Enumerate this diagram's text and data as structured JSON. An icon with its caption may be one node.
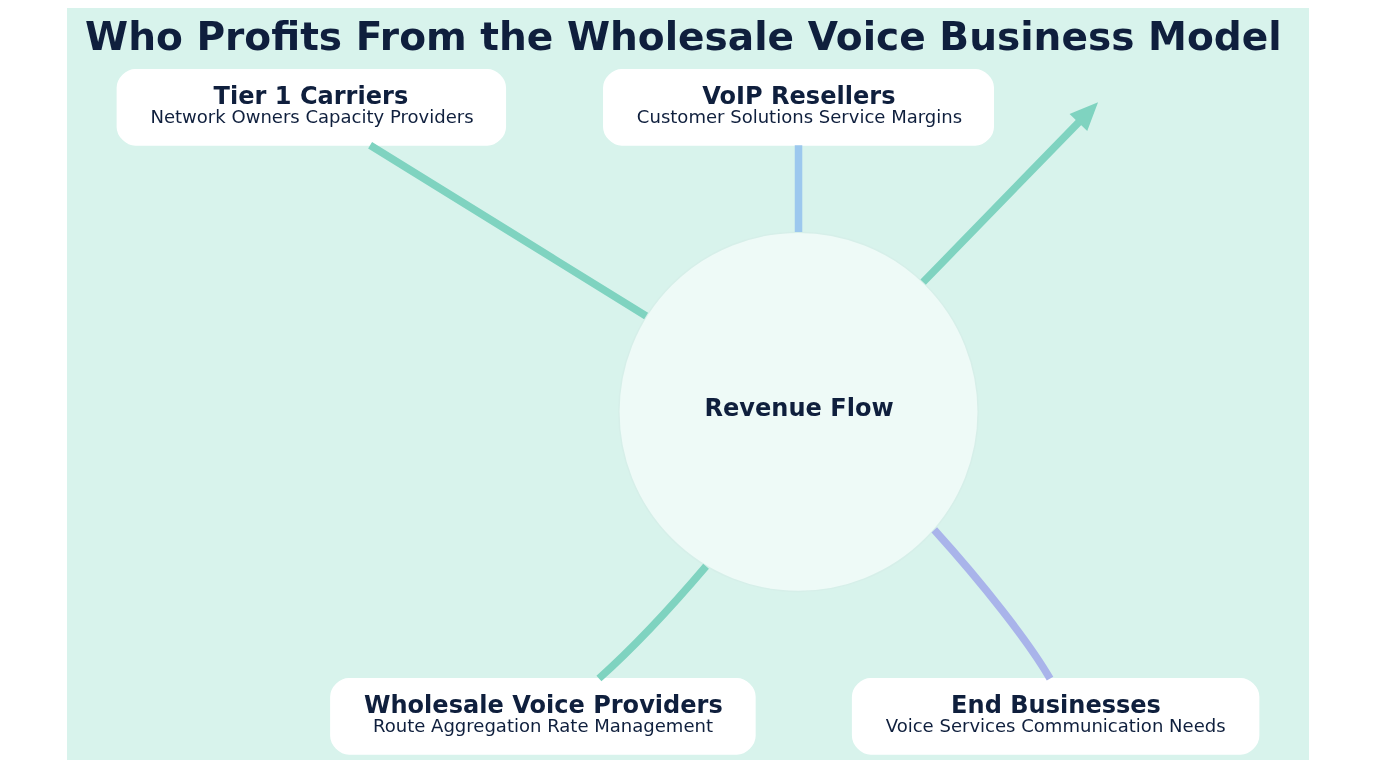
{
  "diagram": {
    "title": "Who Profits From the Wholesale Voice Business Model",
    "nodes": [
      {
        "text": [
          "Tier 1 Carriers",
          "Network Owners Capacity Providers"
        ]
      },
      {
        "text": [
          "VoIP Resellers",
          "Customer Solutions Service Margins"
        ]
      },
      {
        "text": [
          "Revenue Flow"
        ]
      },
      {
        "text": [
          "Wholesale Voice Providers",
          "Route Aggregation Rate Management"
        ]
      },
      {
        "text": [
          "End Businesses",
          "Voice Services Communication Needs"
        ]
      }
    ],
    "edges": [
      {
        "from": 0,
        "to": 2,
        "arrow": "none"
      },
      {
        "from": 1,
        "to": 2,
        "arrow": "none",
        "color": "#9cc8ee"
      },
      {
        "from": 3,
        "to": 2,
        "arrow": "none"
      },
      {
        "from": 4,
        "to": 2,
        "arrow": "none",
        "color": "#a9b4ea"
      },
      {
        "from": 2,
        "to": null,
        "arrow": "to"
      }
    ]
  }
}
